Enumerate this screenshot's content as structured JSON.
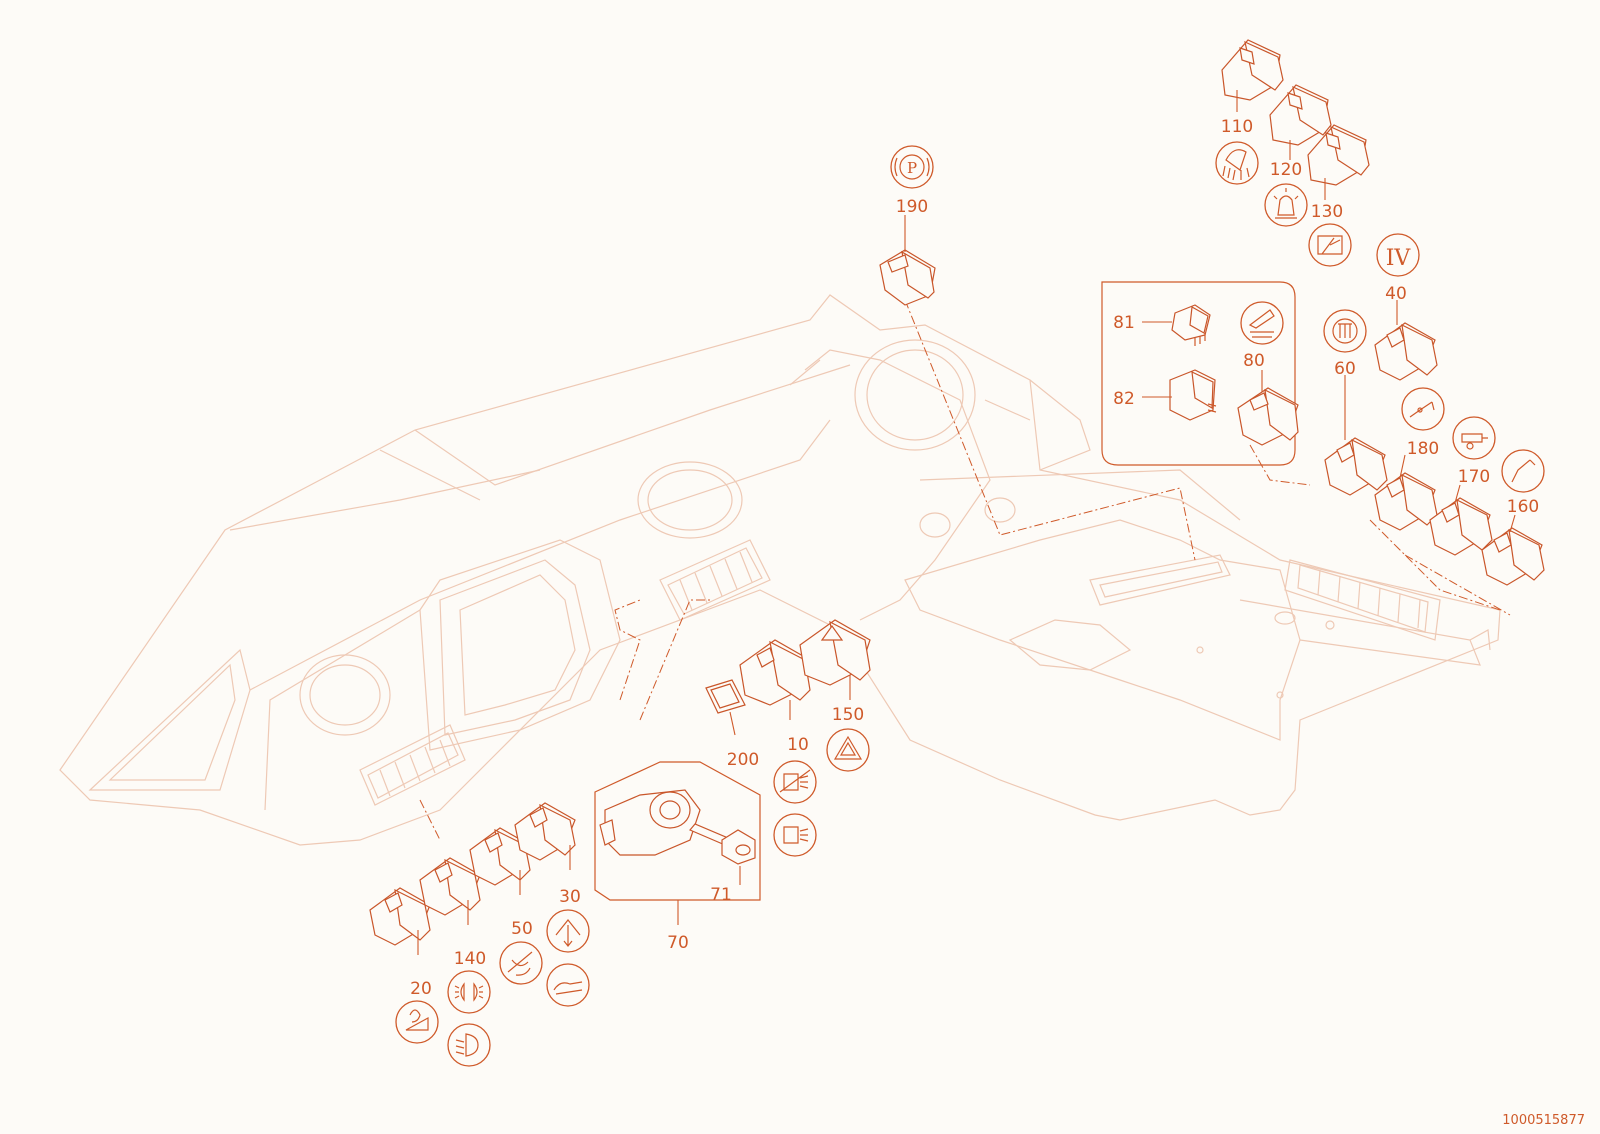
{
  "labels": {
    "p10": "10",
    "p20": "20",
    "p30": "30",
    "p40": "40",
    "p50": "50",
    "p60": "60",
    "p70": "70",
    "p71": "71",
    "p80": "80",
    "p81": "81",
    "p82": "82",
    "p110": "110",
    "p120": "120",
    "p130": "130",
    "p140": "140",
    "p150": "150",
    "p160": "160",
    "p170": "170",
    "p180": "180",
    "p190": "190",
    "p200": "200"
  },
  "icons": {
    "ic40_text": "IV",
    "ic190_text": "P"
  },
  "reference_number": "1000515877",
  "colors": {
    "line": "#cf5a2a",
    "faint": "#eec9b5",
    "background": "#fdfbf7"
  }
}
